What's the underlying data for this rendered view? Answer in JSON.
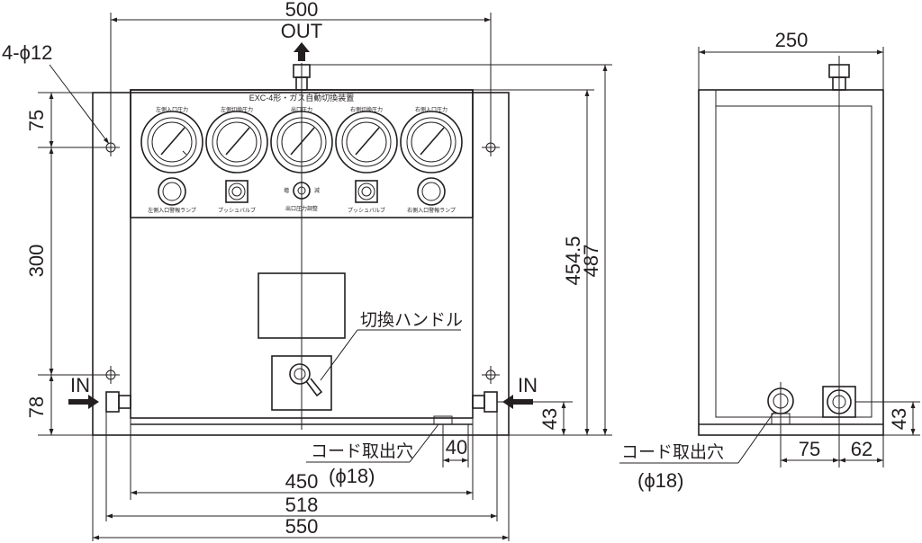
{
  "front_view": {
    "panel_title": "EXC-4形・ガス自動切換装置",
    "gauges": [
      {
        "label": "左側入口圧力"
      },
      {
        "label": "左側切換圧力"
      },
      {
        "label": "出口圧力"
      },
      {
        "label": "右側切換圧力"
      },
      {
        "label": "右側入口圧力"
      }
    ],
    "lower_labels": {
      "left_lamp": "左側入口警報ランプ",
      "left_push": "プッシュバルブ",
      "outlet_adjust": "出口圧力調整",
      "right_push": "プッシュバルブ",
      "right_lamp": "右側入口警報ランプ"
    },
    "knob_increase": "増",
    "knob_decrease": "減",
    "handle_label": "切換ハンドル",
    "cord_hole_label": "コード取出穴",
    "cord_hole_dia": "(ϕ18)",
    "outlet_label": "OUT",
    "inlet_left_label": "IN",
    "inlet_right_label": "IN",
    "hole_label": "4-ϕ12",
    "dims": {
      "top_width": "500",
      "left_75": "75",
      "left_300": "300",
      "left_78": "78",
      "height_454": "454.5",
      "height_487": "487",
      "right_43": "43",
      "cord_40": "40",
      "bottom_450": "450",
      "bottom_518": "518",
      "bottom_550": "550"
    }
  },
  "side_view": {
    "width_dim": "250",
    "height_43": "43",
    "dim_75": "75",
    "dim_62": "62",
    "cord_hole_label": "コード取出穴",
    "cord_hole_dia": "(ϕ18)"
  }
}
